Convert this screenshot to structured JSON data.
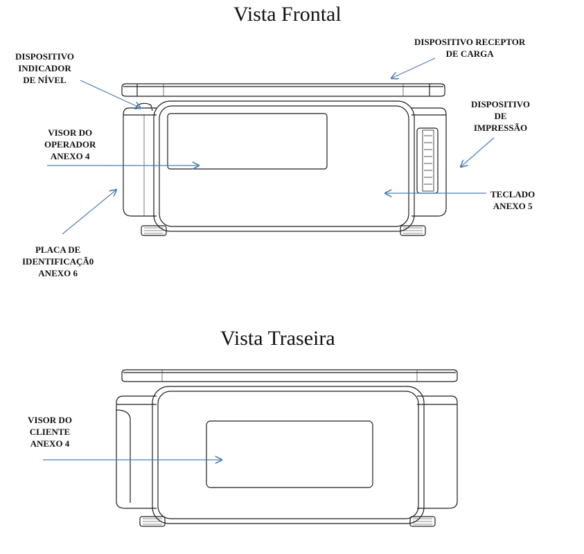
{
  "front": {
    "title": "Vista Frontal",
    "labels": {
      "receptor": [
        "DISPOSITIVO RECEPTOR",
        "DE CARGA"
      ],
      "nivel": [
        "DISPOSITIVO",
        "INDICADOR",
        "DE NÍVEL"
      ],
      "impressao": [
        "DISPOSITIVO",
        "DE",
        "IMPRESSÃO"
      ],
      "visor_operador": [
        "VISOR DO",
        "OPERADOR",
        "ANEXO 4"
      ],
      "teclado": [
        "TECLADO",
        "ANEXO 5"
      ],
      "placa": [
        "PLACA DE",
        "IDENTIFICAÇÃ0",
        "ANEXO 6"
      ]
    }
  },
  "rear": {
    "title": "Vista Traseira",
    "labels": {
      "visor_cliente": [
        "VISOR DO",
        "CLIENTE",
        "ANEXO 4"
      ]
    }
  },
  "colors": {
    "arrow": "#4a7ebb",
    "line": "#1a1a1a"
  }
}
